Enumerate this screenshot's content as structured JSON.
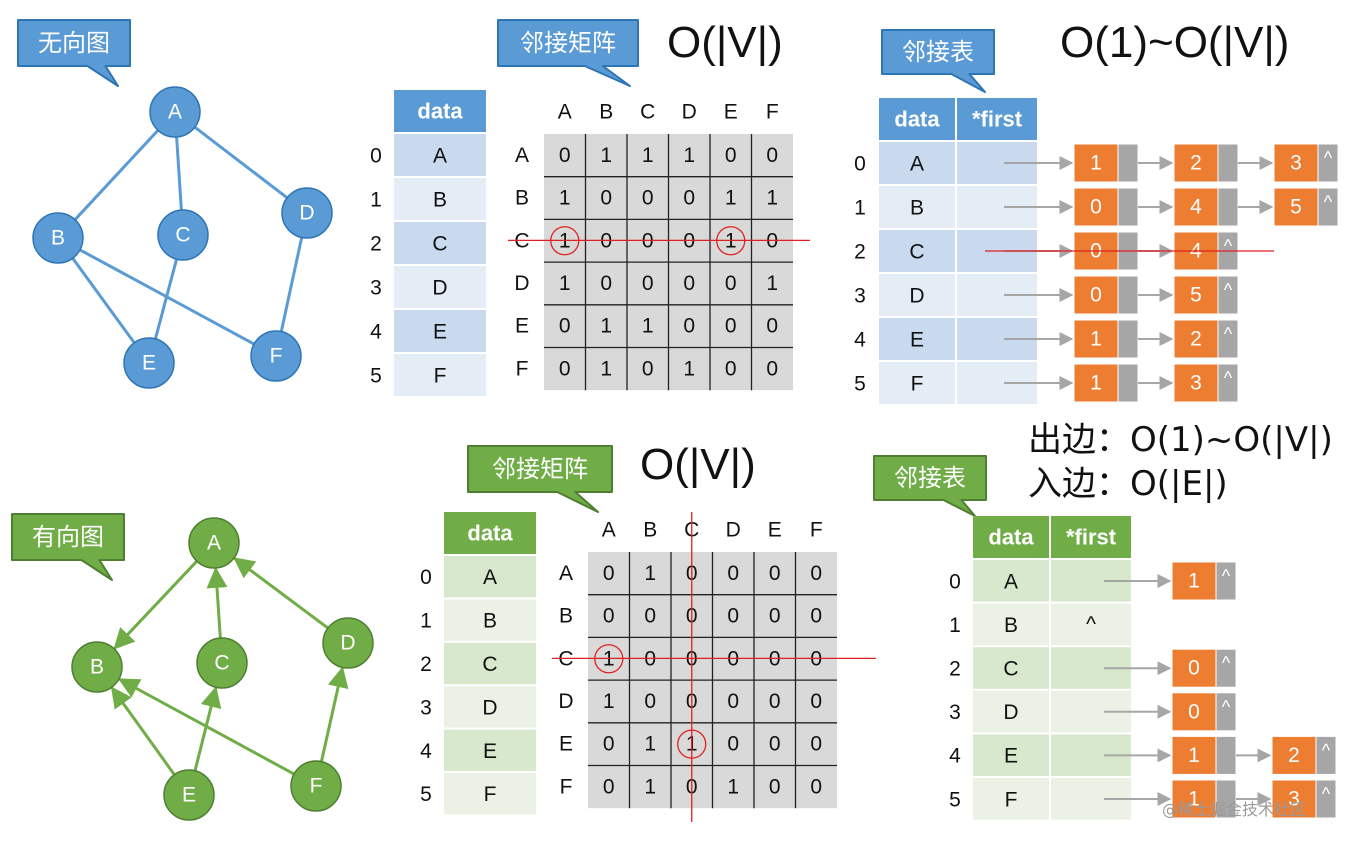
{
  "undirected": {
    "title": "无向图",
    "nodes": [
      "A",
      "B",
      "C",
      "D",
      "E",
      "F"
    ],
    "edges": [
      [
        "A",
        "B"
      ],
      [
        "A",
        "C"
      ],
      [
        "A",
        "D"
      ],
      [
        "B",
        "E"
      ],
      [
        "B",
        "F"
      ],
      [
        "C",
        "E"
      ],
      [
        "D",
        "F"
      ]
    ],
    "matrix_callout": "邻接矩阵",
    "matrix_complexity": "O(|V|)",
    "list_callout": "邻接表",
    "list_complexity": "O(1)~O(|V|)",
    "matrix": [
      [
        0,
        1,
        1,
        1,
        0,
        0
      ],
      [
        1,
        0,
        0,
        0,
        1,
        1
      ],
      [
        1,
        0,
        0,
        0,
        1,
        0
      ],
      [
        1,
        0,
        0,
        0,
        0,
        1
      ],
      [
        0,
        1,
        1,
        0,
        0,
        0
      ],
      [
        0,
        1,
        0,
        1,
        0,
        0
      ]
    ],
    "adjacency": [
      [
        1,
        2,
        3
      ],
      [
        0,
        4,
        5
      ],
      [
        0,
        4
      ],
      [
        0,
        5
      ],
      [
        1,
        2
      ],
      [
        1,
        3
      ]
    ],
    "highlight_row": 2,
    "circled": [
      [
        2,
        0
      ],
      [
        2,
        4
      ]
    ],
    "struck_list_row": 2
  },
  "directed": {
    "title": "有向图",
    "nodes": [
      "A",
      "B",
      "C",
      "D",
      "E",
      "F"
    ],
    "edges": [
      [
        "A",
        "B"
      ],
      [
        "C",
        "A"
      ],
      [
        "D",
        "A"
      ],
      [
        "E",
        "B"
      ],
      [
        "E",
        "C"
      ],
      [
        "F",
        "B"
      ],
      [
        "F",
        "D"
      ]
    ],
    "matrix_callout": "邻接矩阵",
    "matrix_complexity": "O(|V|)",
    "list_callout": "邻接表",
    "out_edge_label": "出边：O(1)~O(|V|)",
    "in_edge_label": "入边：O(|E|)",
    "matrix": [
      [
        0,
        1,
        0,
        0,
        0,
        0
      ],
      [
        0,
        0,
        0,
        0,
        0,
        0
      ],
      [
        1,
        0,
        0,
        0,
        0,
        0
      ],
      [
        1,
        0,
        0,
        0,
        0,
        0
      ],
      [
        0,
        1,
        1,
        0,
        0,
        0
      ],
      [
        0,
        1,
        0,
        1,
        0,
        0
      ]
    ],
    "adjacency": [
      [
        1
      ],
      [],
      [
        0
      ],
      [
        0
      ],
      [
        1,
        2
      ],
      [
        1,
        3
      ]
    ],
    "highlight_row": 2,
    "highlight_col": 2,
    "circled": [
      [
        2,
        0
      ],
      [
        4,
        2
      ]
    ]
  },
  "table": {
    "data_header": "data",
    "first_header": "*first",
    "indices": [
      "0",
      "1",
      "2",
      "3",
      "4",
      "5"
    ],
    "col_labels": [
      "A",
      "B",
      "C",
      "D",
      "E",
      "F"
    ],
    "null_mark": "^"
  },
  "colors": {
    "blue": "#5b9bd5",
    "blue_edge": "#2e75b6",
    "green": "#70ad47",
    "green_edge": "#507e32",
    "orange": "#ed7d31",
    "gray": "#a6a6a6",
    "matrix_bg": "#d9d9d9",
    "red": "#e02020"
  },
  "watermark": "@稀土掘金技术社区"
}
